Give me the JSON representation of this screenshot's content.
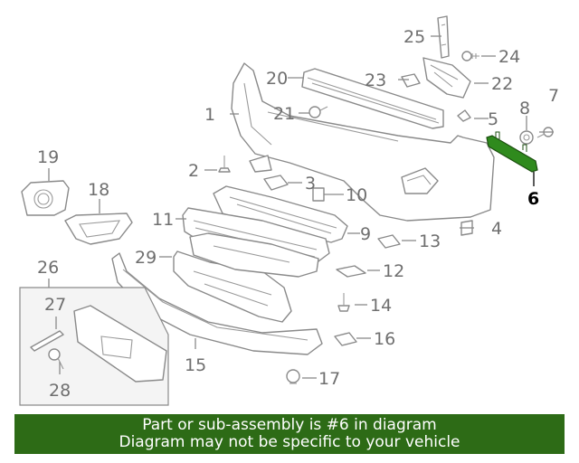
{
  "callouts": {
    "c1": "1",
    "c2": "2",
    "c3": "3",
    "c4": "4",
    "c5": "5",
    "c6": "6",
    "c7": "7",
    "c8": "8",
    "c9": "9",
    "c10": "10",
    "c11": "11",
    "c12": "12",
    "c13": "13",
    "c14": "14",
    "c15": "15",
    "c16": "16",
    "c17": "17",
    "c18": "18",
    "c19": "19",
    "c20": "20",
    "c21": "21",
    "c22": "22",
    "c23": "23",
    "c24": "24",
    "c25": "25",
    "c26": "26",
    "c27": "27",
    "c28": "28",
    "c29": "29"
  },
  "highlighted_part": "6",
  "colors": {
    "highlight": "#2f8a1d",
    "banner": "#2d6b16",
    "line": "#8a8a8a"
  },
  "banner": {
    "line1": "Part or sub-assembly is #6 in diagram",
    "line2": "Diagram may not be specific to your vehicle"
  }
}
